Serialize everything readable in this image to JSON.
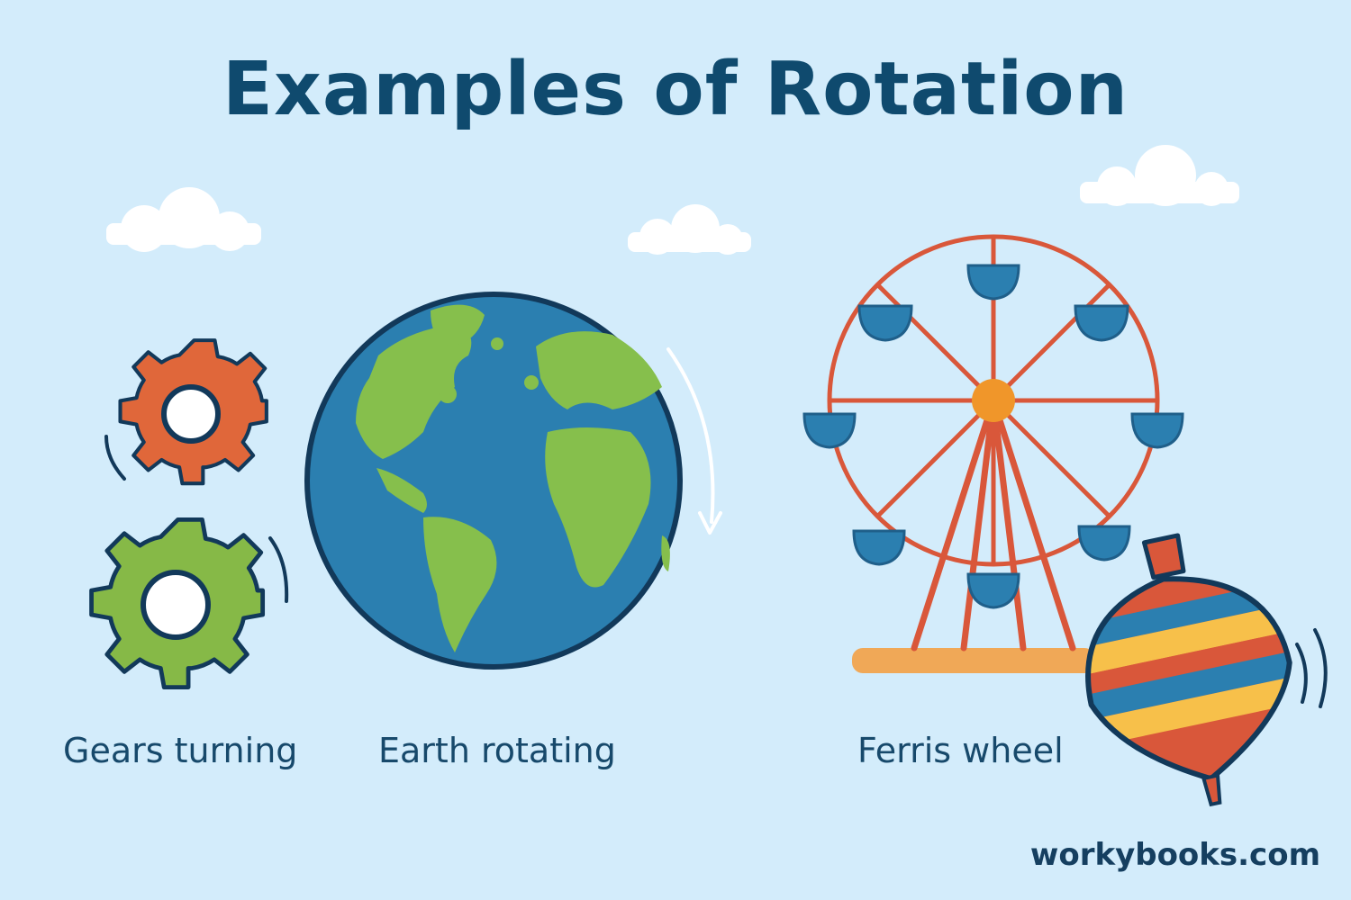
{
  "title": "Examples of Rotation",
  "labels": {
    "gears": "Gears turning",
    "earth": "Earth rotating",
    "ferris": "Ferris wheel"
  },
  "brand": "workybooks.com",
  "colors": {
    "background": "#d3ecfb",
    "title": "#0f4a6e",
    "gear_orange": "#e0673a",
    "gear_green": "#86b947",
    "ocean": "#2b7fb0",
    "land": "#86bf4c",
    "wheel": "#d9573a",
    "cabin": "#2b7fb0",
    "hub": "#f0962a"
  }
}
